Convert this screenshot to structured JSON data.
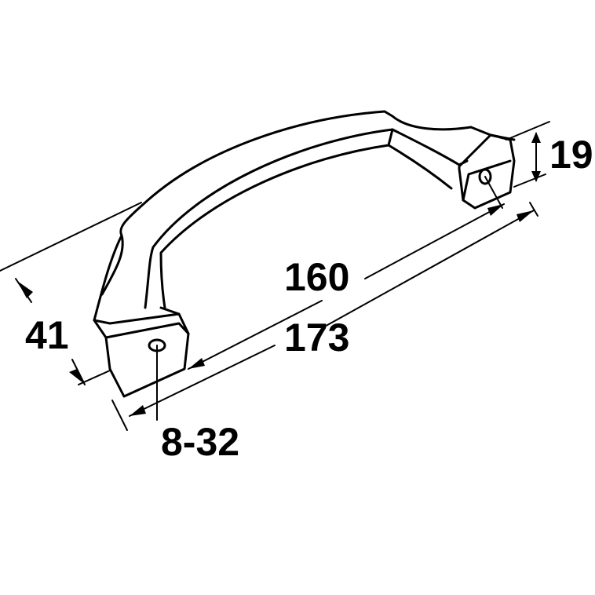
{
  "dimensions": {
    "height": "41",
    "hole_spacing": "160",
    "overall_length": "173",
    "foot_height": "19",
    "thread": "8-32"
  }
}
